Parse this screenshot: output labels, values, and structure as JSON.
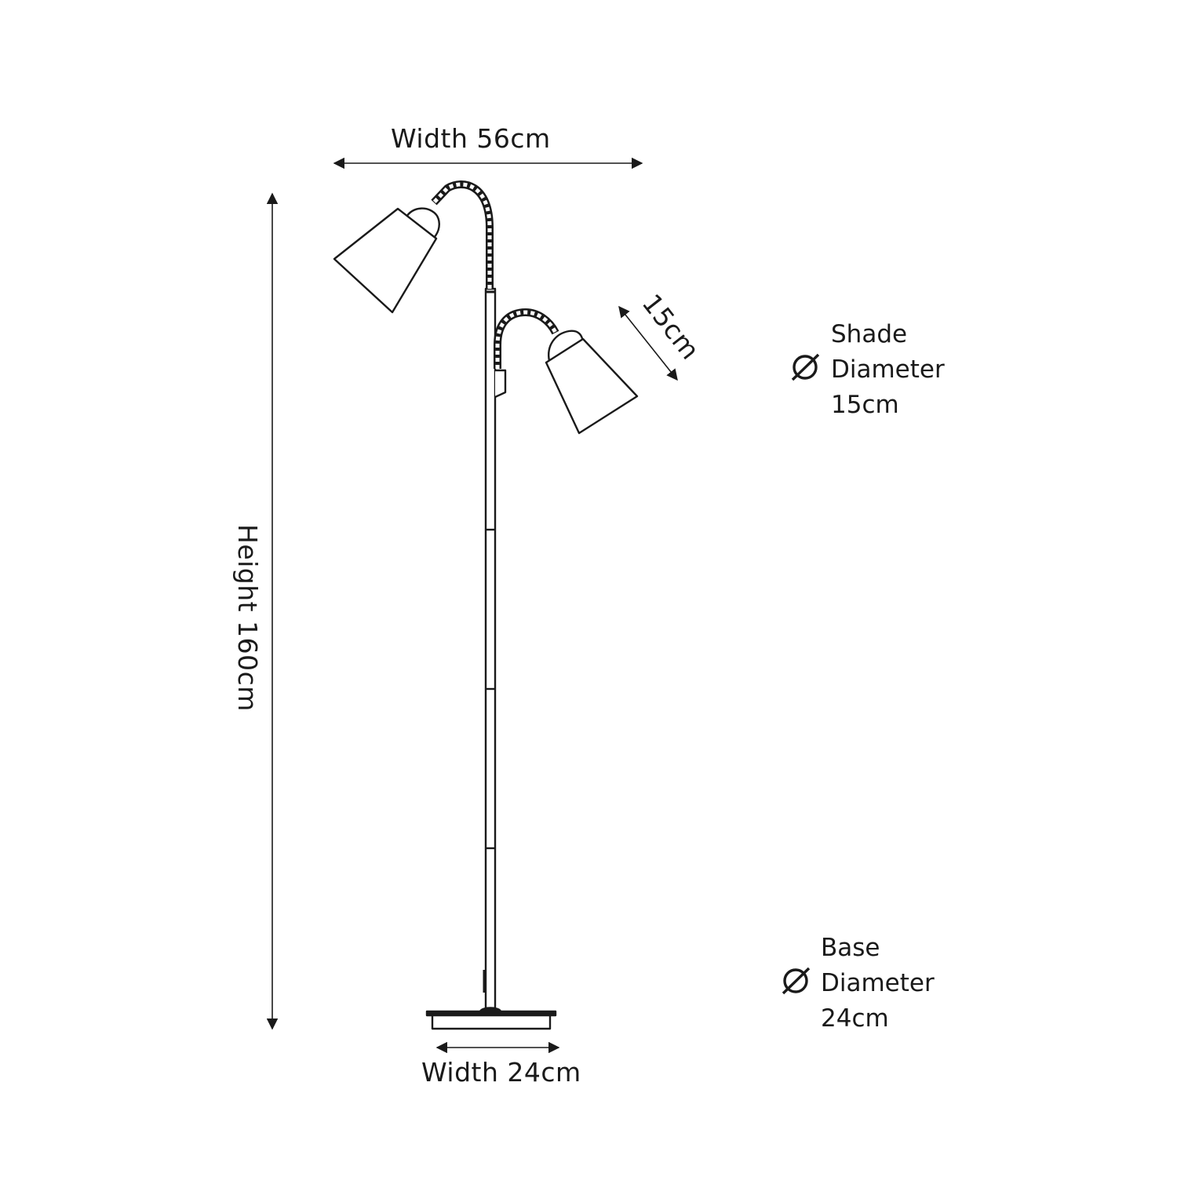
{
  "diagram": {
    "subject": "Twin-head floor lamp with flexible gooseneck arms",
    "line_color": "#1a1a1a",
    "background": "#ffffff"
  },
  "dimensions": {
    "overall_width": "Width 56cm",
    "height": "Height 160cm",
    "shade_size": "15cm",
    "base_width": "Width 24cm"
  },
  "specs": {
    "shade": {
      "line1": "Shade",
      "line2": "Diameter",
      "line3": "15cm",
      "symbol": "diameter-symbol"
    },
    "base": {
      "line1": "Base",
      "line2": "Diameter",
      "line3": "24cm",
      "symbol": "diameter-symbol"
    }
  }
}
